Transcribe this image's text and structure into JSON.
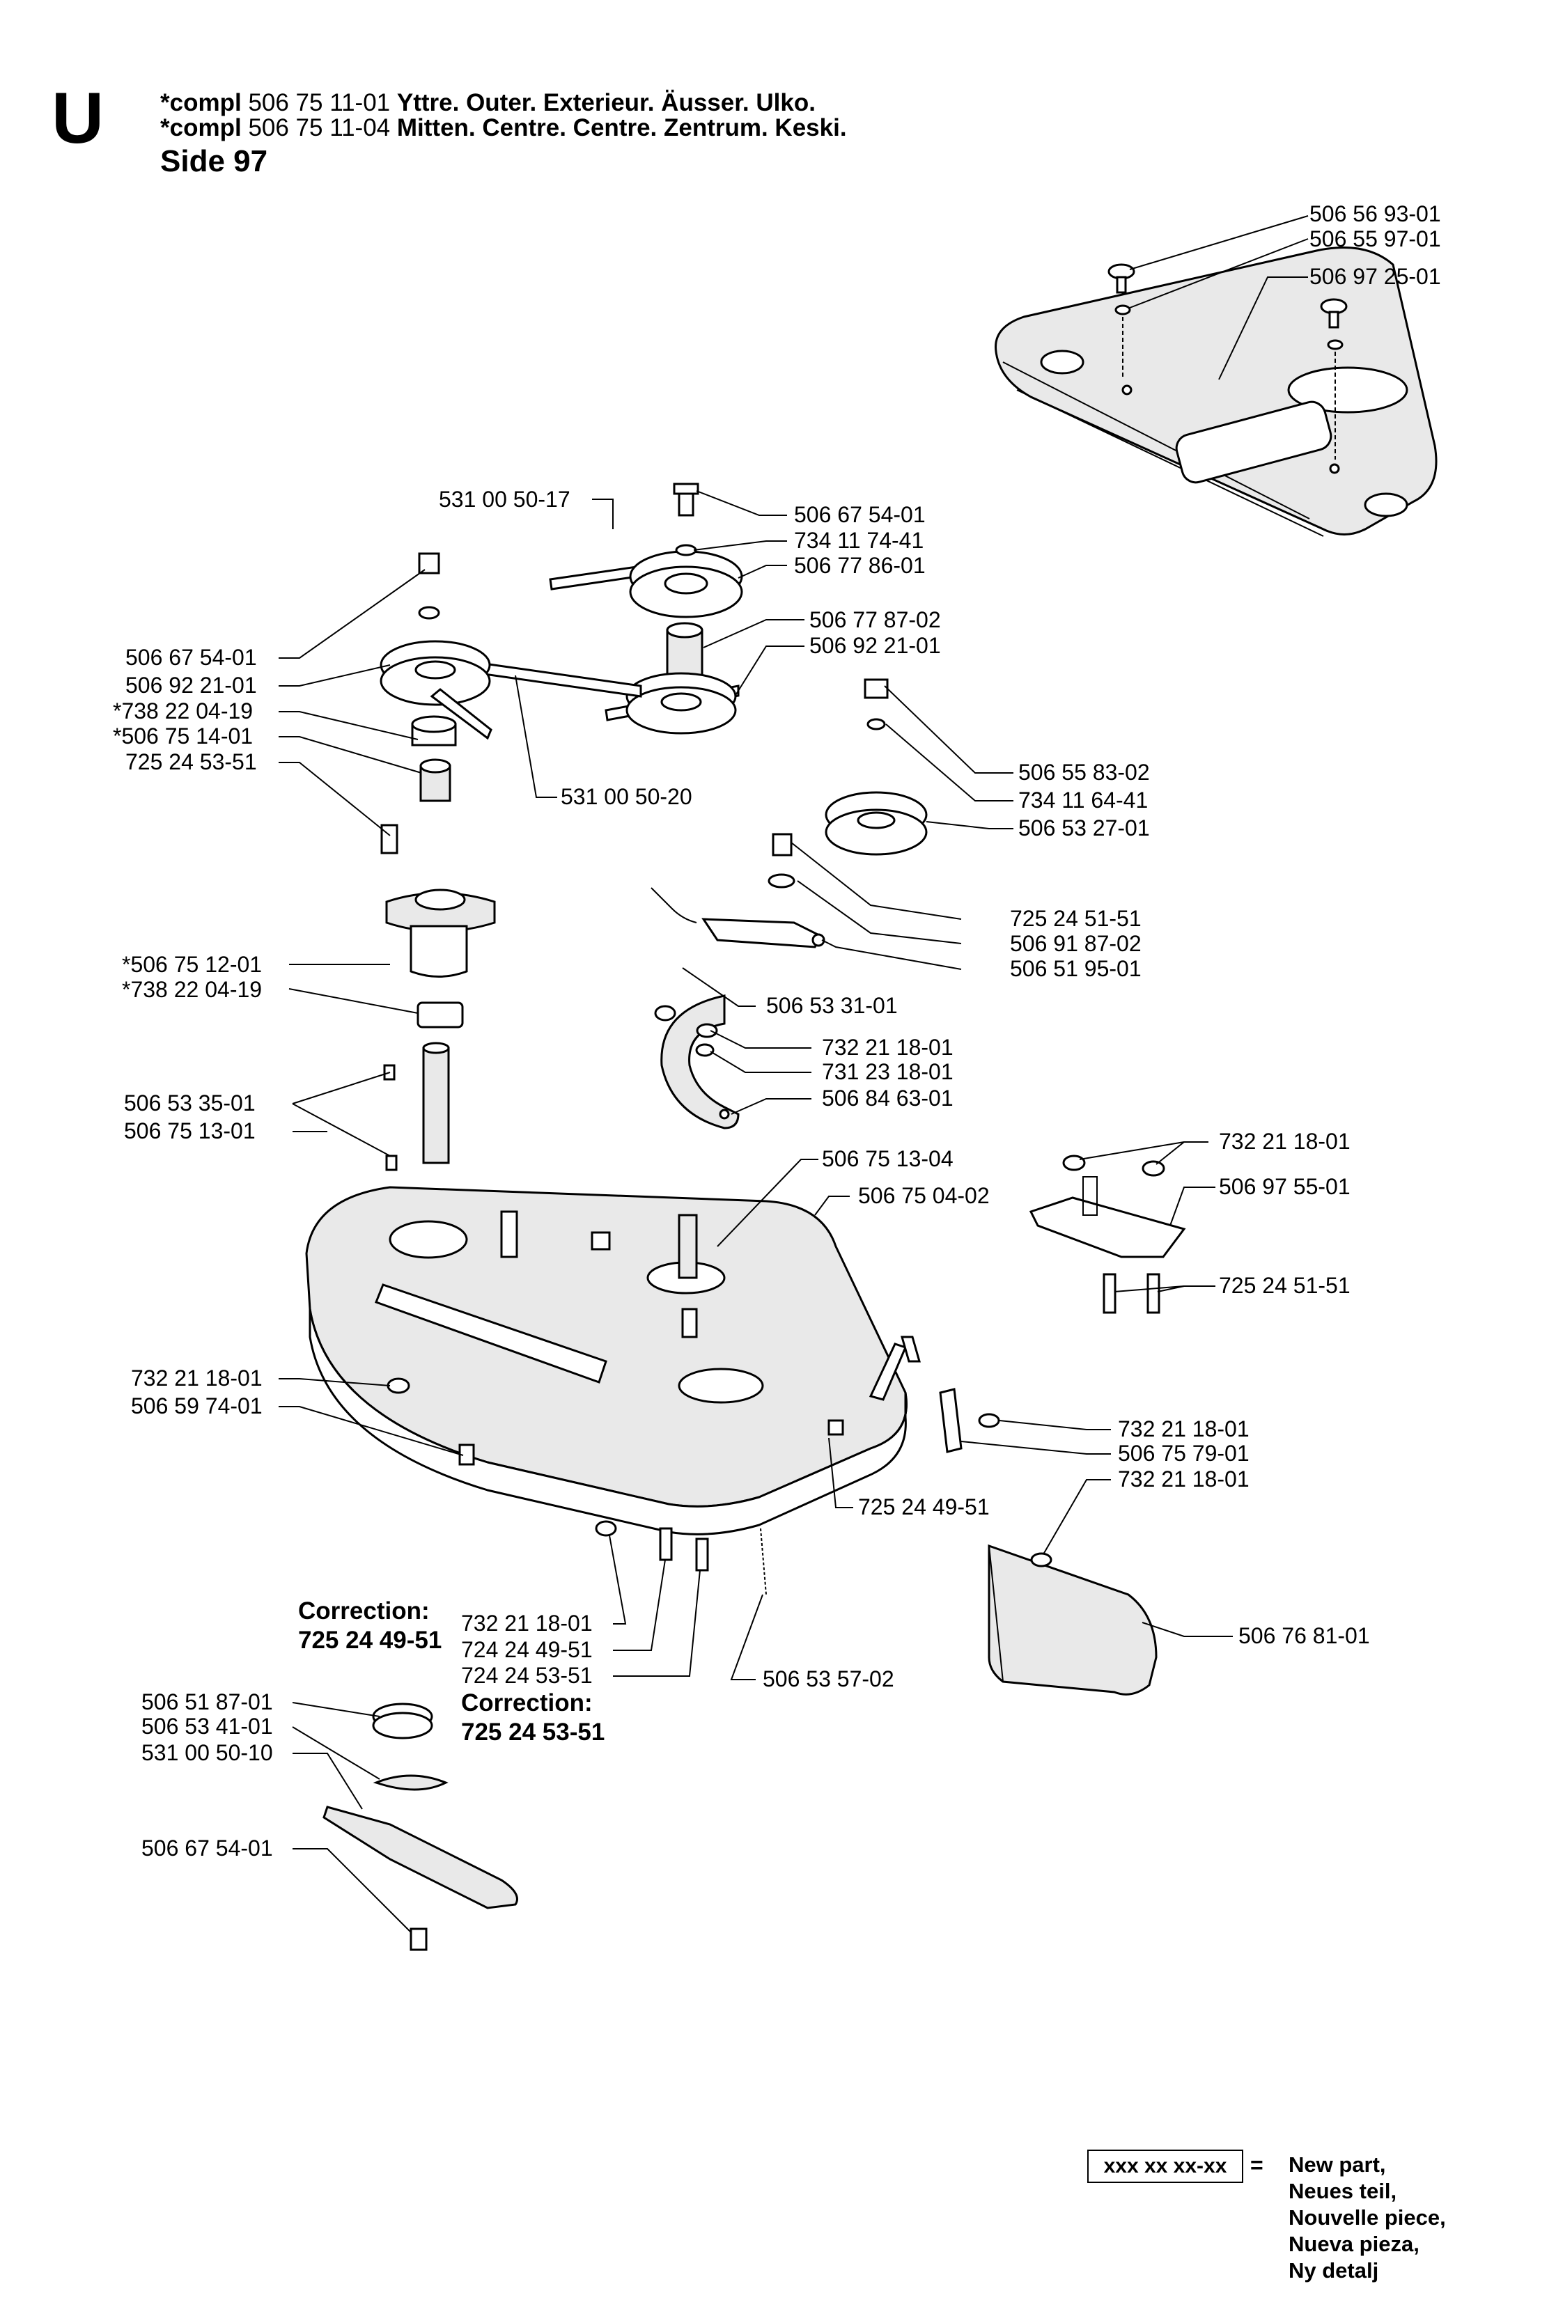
{
  "header": {
    "section_letter": "U",
    "line1": {
      "prefix": "*compl",
      "number": "506 75 11-01",
      "desc": "Yttre. Outer. Exterieur. Äusser. Ulko."
    },
    "line2": {
      "prefix": "*compl",
      "number": "506 75 11-04",
      "desc": "Mitten. Centre. Centre. Zentrum. Keski."
    },
    "page": "Side 97"
  },
  "corrections": [
    {
      "title": "Correction:",
      "value": "725 24 49-51"
    },
    {
      "title": "Correction:",
      "value": "725 24 53-51"
    }
  ],
  "legend": {
    "box": "xxx xx xx-xx",
    "equals": "=",
    "lines": [
      "New part,",
      "Neues teil,",
      "Nouvelle piece,",
      "Nueva pieza,",
      "Ny detalj"
    ]
  },
  "labels": {
    "l01": "506 56 93-01",
    "l02": "506 55 97-01",
    "l03": "506 97 25-01",
    "l04": "531 00 50-17",
    "l05": "506 67 54-01",
    "l06": "734 11 74-41",
    "l07": "506 77 86-01",
    "l08": "506 77 87-02",
    "l09": "506 92 21-01",
    "l10": "506 67 54-01",
    "l11": "506 92 21-01",
    "l12": "*738 22 04-19",
    "l13": "*506 75 14-01",
    "l14": "725 24 53-51",
    "l15": "531 00 50-20",
    "l16": "506 55 83-02",
    "l17": "734 11 64-41",
    "l18": "506 53 27-01",
    "l19": "725 24 51-51",
    "l20": "506 91 87-02",
    "l21": "506 51 95-01",
    "l22": "*506 75 12-01",
    "l23": "*738 22 04-19",
    "l24": "506 53 31-01",
    "l25": "732 21 18-01",
    "l26": "731 23 18-01",
    "l27": "506 84 63-01",
    "l28": "506 53 35-01",
    "l29": "506 75 13-01",
    "l30": "506 75 13-04",
    "l31": "732 21 18-01",
    "l32": "506 75 04-02",
    "l33": "506 97 55-01",
    "l34": "725 24 51-51",
    "l35": "732 21 18-01",
    "l36": "506 59 74-01",
    "l37": "732 21 18-01",
    "l38": "506 75 79-01",
    "l39": "732 21 18-01",
    "l40": "725 24 49-51",
    "l41": "506 76 81-01",
    "l42": "732 21 18-01",
    "l43": "724 24 49-51",
    "l44": "724 24 53-51",
    "l45": "506 53 57-02",
    "l46": "506 51 87-01",
    "l47": "506 53 41-01",
    "l48": "531 00 50-10",
    "l49": "506 67 54-01"
  }
}
